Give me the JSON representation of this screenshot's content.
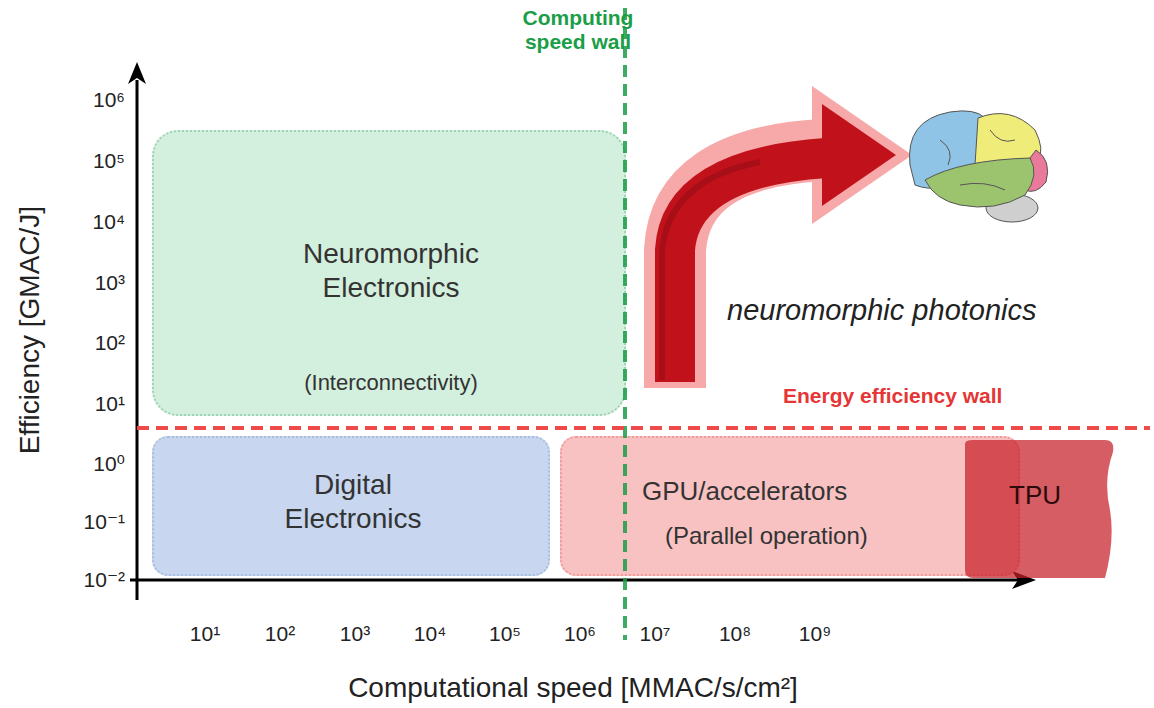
{
  "diagram": {
    "nodes": [
      {
        "text": [
          "Neuromorphic Electronics",
          "(Interconnectivity)"
        ]
      },
      {
        "text": [
          "Digital Electronics"
        ]
      },
      {
        "text": [
          "GPU/accelerators",
          "(Parallel operation)"
        ]
      },
      {
        "text": [
          "TPU"
        ]
      }
    ],
    "labels": [
      "Computing speed wall",
      "Energy efficiency wall",
      "neuromorphic photonics",
      "Efficiency [GMAC/J]",
      "10⁶",
      "10⁵",
      "10⁴",
      "10³",
      "10²",
      "10¹",
      "10⁰",
      "10⁻¹",
      "10⁻²",
      "10¹",
      "10²",
      "10³",
      "10⁴",
      "10⁵",
      "10⁶",
      "10⁷",
      "10⁸",
      "10⁹",
      "Computational speed [MMAC/s/cm²]"
    ]
  }
}
